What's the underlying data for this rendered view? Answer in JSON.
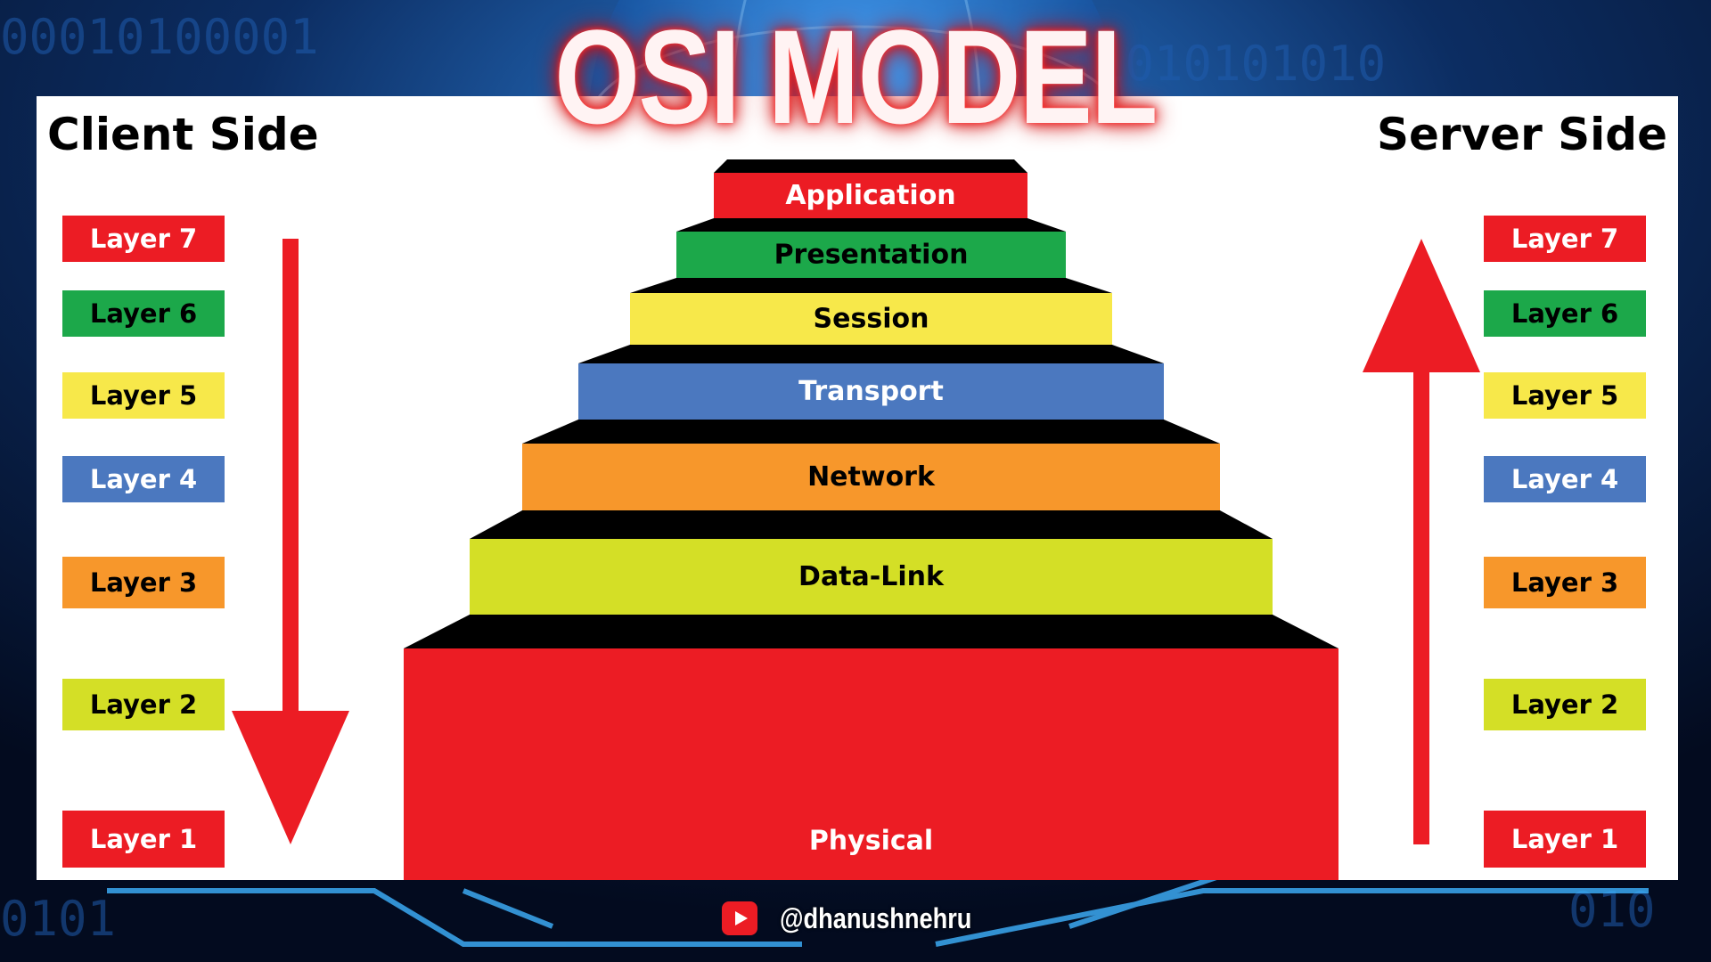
{
  "title": "OSI MODEL",
  "client_side_label": "Client Side",
  "server_side_label": "Server Side",
  "layers": [
    {
      "badge": "Layer 7",
      "name": "Application",
      "color": "#ec1c24",
      "text_color": "#ffffff"
    },
    {
      "badge": "Layer 6",
      "name": "Presentation",
      "color": "#1ca84a",
      "text_color": "#000000"
    },
    {
      "badge": "Layer 5",
      "name": "Session",
      "color": "#f7e84a",
      "text_color": "#000000"
    },
    {
      "badge": "Layer 4",
      "name": "Transport",
      "color": "#4b78bf",
      "text_color": "#ffffff"
    },
    {
      "badge": "Layer 3",
      "name": "Network",
      "color": "#f7972b",
      "text_color": "#000000"
    },
    {
      "badge": "Layer 2",
      "name": "Data-Link",
      "color": "#d4df26",
      "text_color": "#000000"
    },
    {
      "badge": "Layer 1",
      "name": "Physical",
      "color": "#ec1c24",
      "text_color": "#ffffff"
    }
  ],
  "arrows": {
    "client": {
      "direction": "down",
      "color": "#ec1c24",
      "icon": "arrow-down-icon"
    },
    "server": {
      "direction": "up",
      "color": "#ec1c24",
      "icon": "arrow-up-icon"
    }
  },
  "footer": {
    "icon": "youtube-icon",
    "handle": "@dhanushnehru"
  }
}
